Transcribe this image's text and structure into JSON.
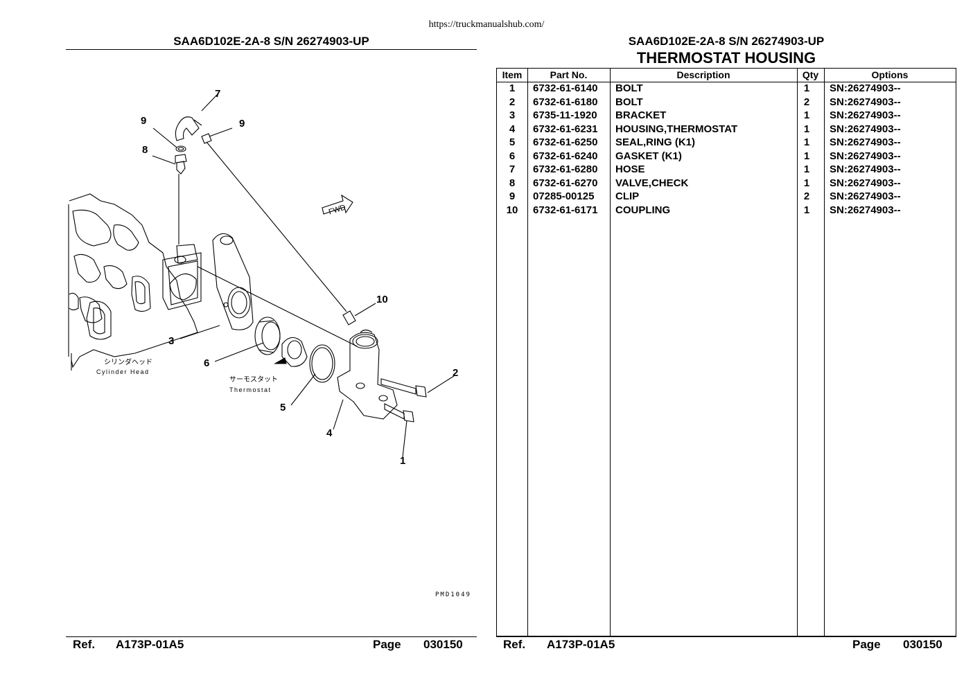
{
  "source_url": "https://truckmanualshub.com/",
  "model_title": "SAA6D102E-2A-8 S/N 26274903-UP",
  "section_title": "THERMOSTAT HOUSING",
  "table": {
    "headers": {
      "item": "Item",
      "part_no": "Part No.",
      "description": "Description",
      "qty": "Qty",
      "options": "Options"
    },
    "rows": [
      {
        "item": "1",
        "part_no": "6732-61-6140",
        "description": "BOLT",
        "qty": "1",
        "options": "SN:26274903--"
      },
      {
        "item": "2",
        "part_no": "6732-61-6180",
        "description": "BOLT",
        "qty": "2",
        "options": "SN:26274903--"
      },
      {
        "item": "3",
        "part_no": "6735-11-1920",
        "description": "BRACKET",
        "qty": "1",
        "options": "SN:26274903--"
      },
      {
        "item": "4",
        "part_no": "6732-61-6231",
        "description": "HOUSING,THERMOSTAT",
        "qty": "1",
        "options": "SN:26274903--"
      },
      {
        "item": "5",
        "part_no": "6732-61-6250",
        "description": "SEAL,RING (K1)",
        "qty": "1",
        "options": "SN:26274903--"
      },
      {
        "item": "6",
        "part_no": "6732-61-6240",
        "description": "GASKET (K1)",
        "qty": "1",
        "options": "SN:26274903--"
      },
      {
        "item": "7",
        "part_no": "6732-61-6280",
        "description": "HOSE",
        "qty": "1",
        "options": "SN:26274903--"
      },
      {
        "item": "8",
        "part_no": "6732-61-6270",
        "description": "VALVE,CHECK",
        "qty": "1",
        "options": "SN:26274903--"
      },
      {
        "item": "9",
        "part_no": "07285-00125",
        "description": "CLIP",
        "qty": "2",
        "options": "SN:26274903--"
      },
      {
        "item": "10",
        "part_no": "6732-61-6171",
        "description": "COUPLING",
        "qty": "1",
        "options": "SN:26274903--"
      }
    ]
  },
  "diagram": {
    "callouts": [
      "7",
      "9",
      "9",
      "8",
      "10",
      "3",
      "6",
      "2",
      "5",
      "4",
      "1"
    ],
    "label_cylinder_head_jp": "シリンダヘッド",
    "label_cylinder_head_en": "Cylinder Head",
    "label_thermostat_jp": "サーモスタット",
    "label_thermostat_en": "Thermostat",
    "fwd_label": "FWD",
    "drawing_code": "PMD1049"
  },
  "footer": {
    "ref_label": "Ref.",
    "ref_value": "A173P-01A5",
    "page_label": "Page",
    "page_value": "030150"
  }
}
